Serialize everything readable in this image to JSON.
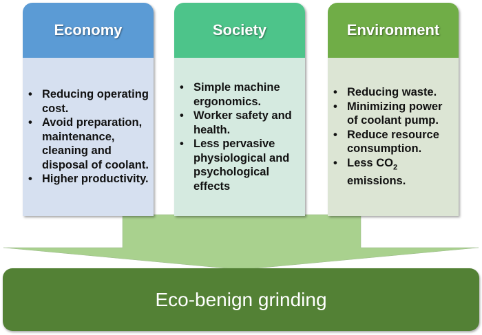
{
  "columns": [
    {
      "title": "Economy",
      "header_color": "#5b9bd5",
      "body_color": "#d6e0f0",
      "items": [
        "Reducing operating cost.",
        "Avoid preparation, maintenance, cleaning and disposal of coolant.",
        "Higher productivity."
      ]
    },
    {
      "title": "Society",
      "header_color": "#4dc48a",
      "body_color": "#d5eae0",
      "items": [
        "Simple machine ergonomics.",
        "Worker safety and health.",
        "Less pervasive physiological and psychological effects"
      ]
    },
    {
      "title": "Environment",
      "header_color": "#70ad47",
      "body_color": "#dce5d4",
      "items": [
        "Reducing waste.",
        "Minimizing power of coolant pump.",
        "Reduce resource consumption.",
        {
          "text": "Less CO",
          "sub": "2",
          "tail": " emissions."
        }
      ]
    }
  ],
  "arrow_color": "#a9d18e",
  "result": {
    "label": "Eco-benign grinding",
    "color": "#538135"
  }
}
